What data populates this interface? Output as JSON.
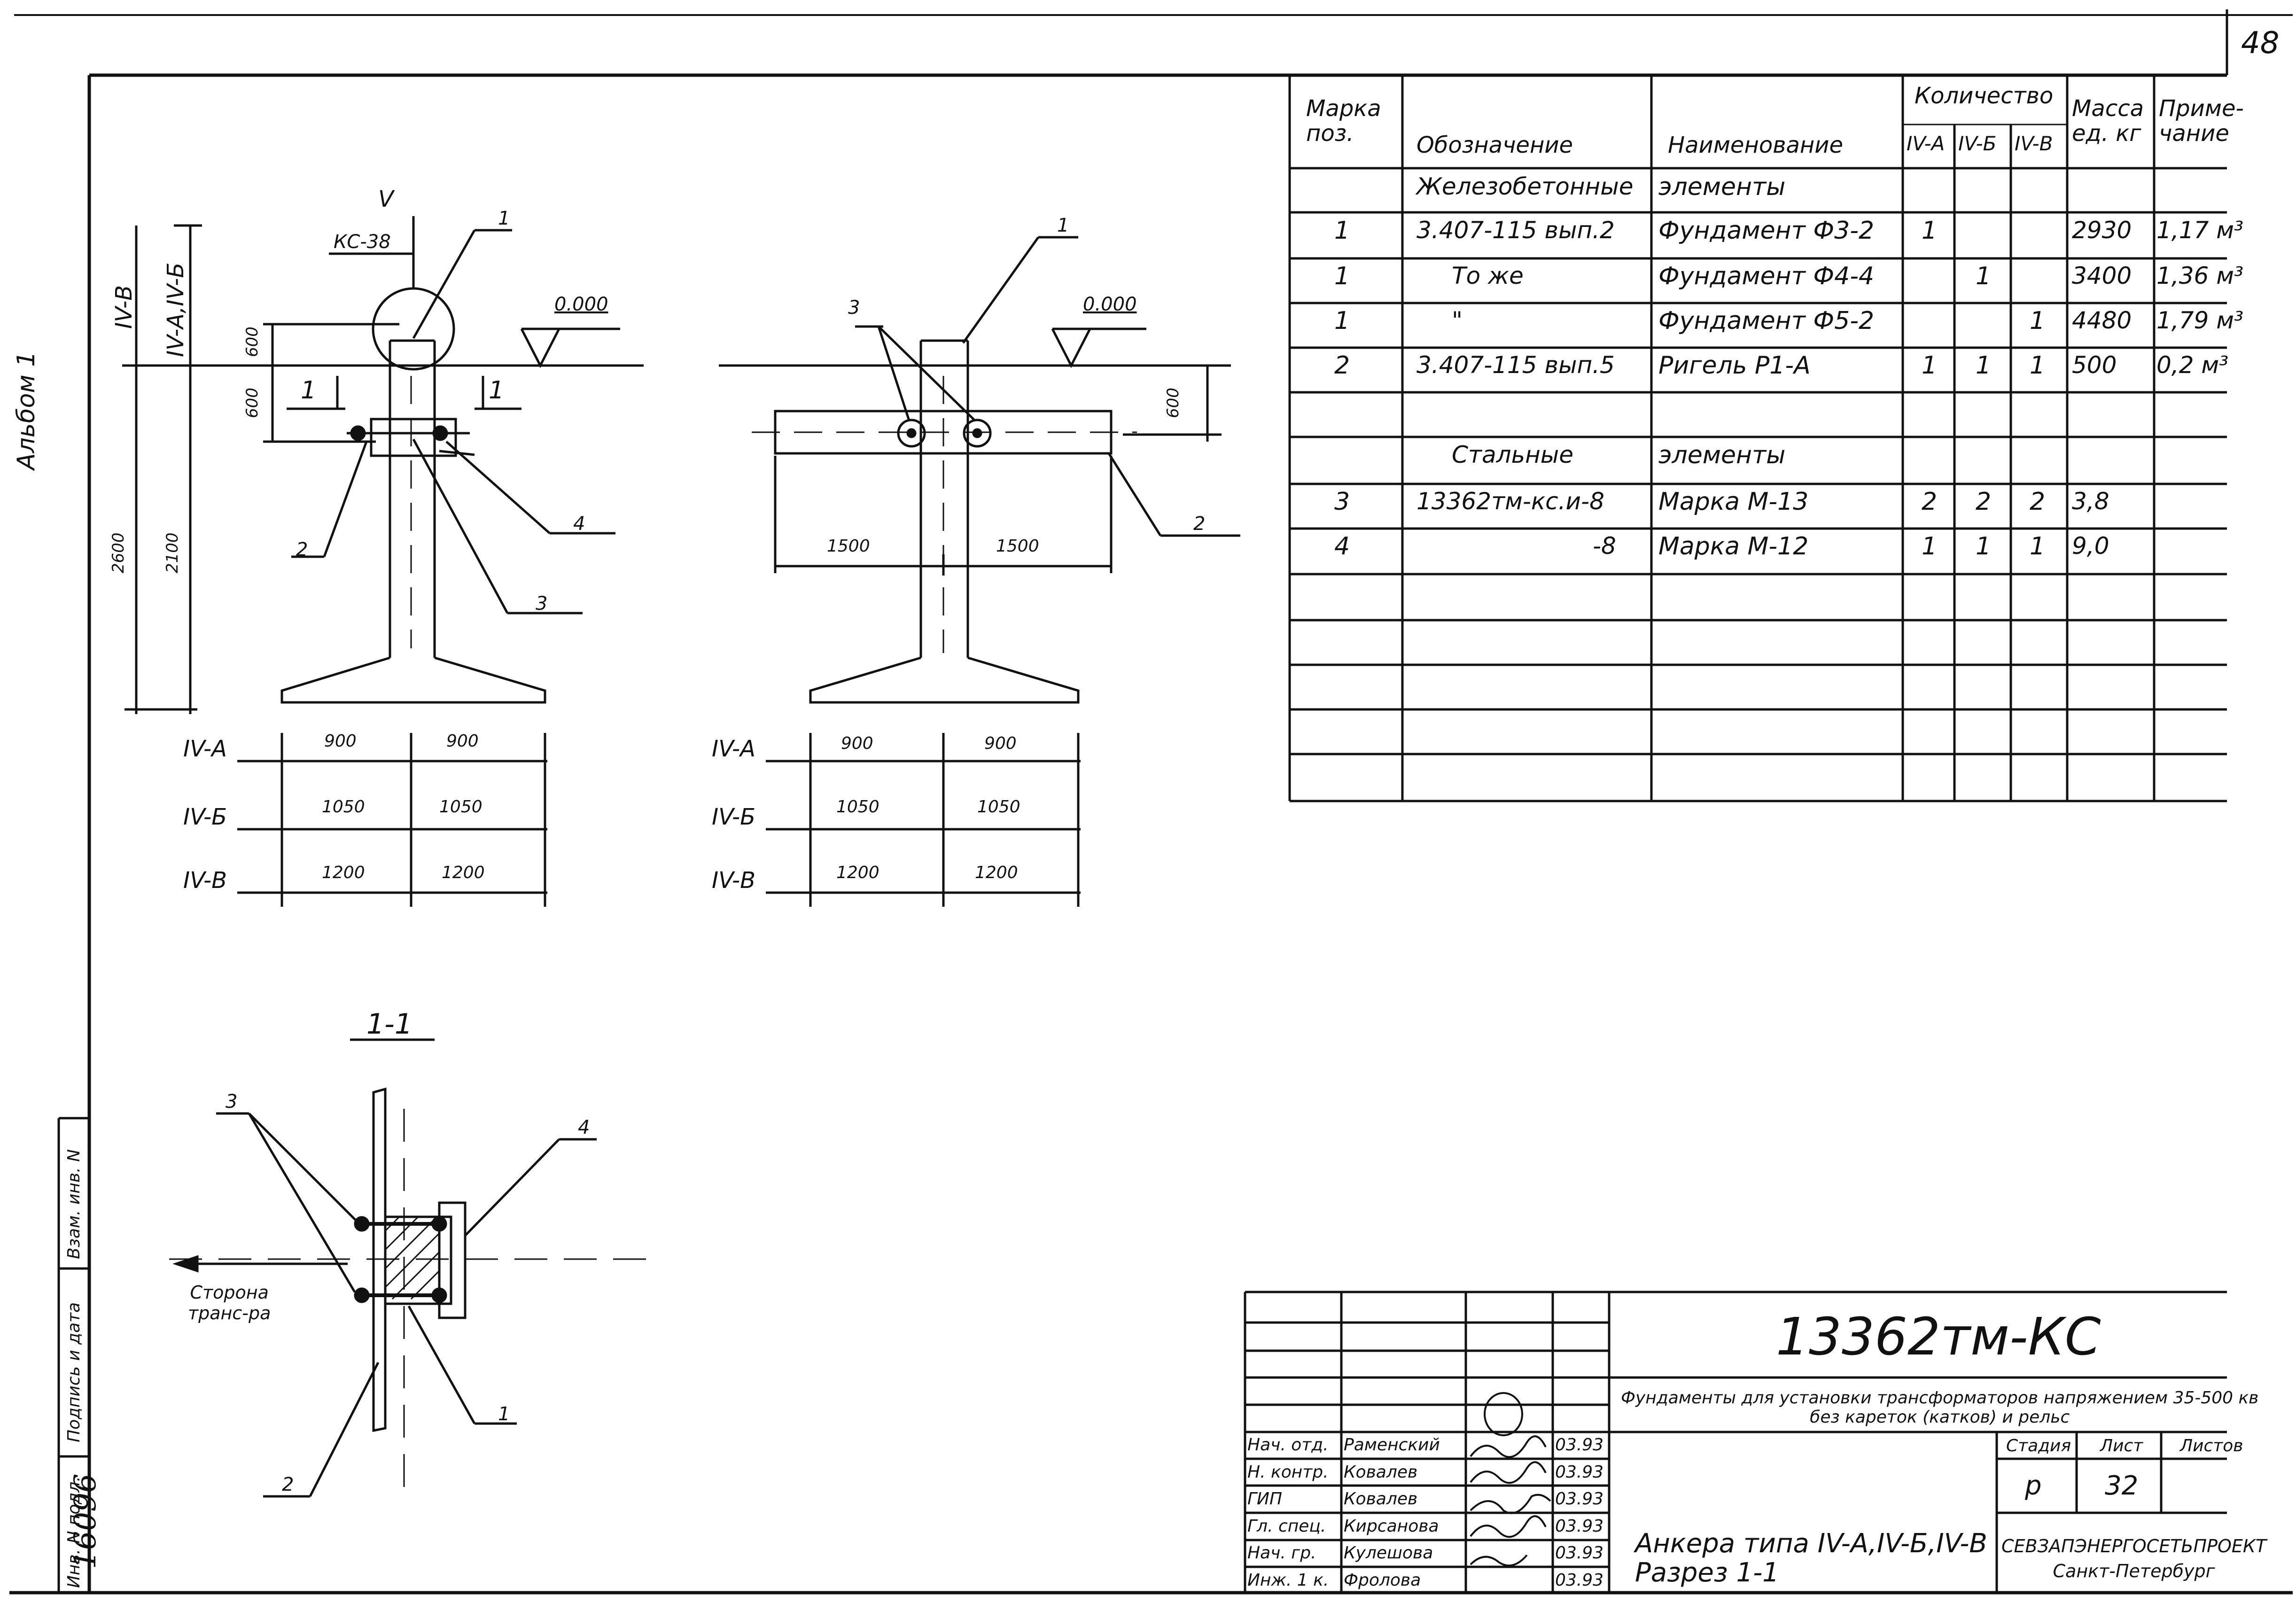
{
  "sheet": {
    "page_no": "48",
    "album": "Альбом 1",
    "side_labels": {
      "inv_no": "Инв. N подл.",
      "inv_value": "16096",
      "sign_date": "Подпись и дата",
      "replace_inv": "Взам. инв. N"
    }
  },
  "views": {
    "left": {
      "level_top": "IV-В",
      "level_mid": "IV-А,IV-Б",
      "v_label": "V",
      "v_sub": "КС-38",
      "elev": "0.000",
      "sec_1a": "1",
      "sec_1b": "1",
      "pos": [
        "1",
        "2",
        "3",
        "4"
      ],
      "dims_v": [
        "600",
        "600",
        "2600",
        "2100"
      ],
      "rows": [
        {
          "type": "IV-А",
          "a": "900",
          "b": "900"
        },
        {
          "type": "IV-Б",
          "a": "1050",
          "b": "1050"
        },
        {
          "type": "IV-В",
          "a": "1200",
          "b": "1200"
        }
      ]
    },
    "right": {
      "elev": "0.000",
      "pos": [
        "1",
        "2",
        "3"
      ],
      "dim_v": "600",
      "dim_a": "1500",
      "dim_b": "1500",
      "rows": [
        {
          "type": "IV-А",
          "a": "900",
          "b": "900"
        },
        {
          "type": "IV-Б",
          "a": "1050",
          "b": "1050"
        },
        {
          "type": "IV-В",
          "a": "1200",
          "b": "1200"
        }
      ]
    },
    "section": {
      "title": "1-1",
      "pos": [
        "1",
        "2",
        "3",
        "4"
      ],
      "direction": "Сторона\nтранс-ра"
    }
  },
  "spec_table": {
    "headers": {
      "mark": "Марка\nпоз.",
      "designation": "Обозначение",
      "name": "Наименование",
      "qty": "Количество",
      "qty_cols": [
        "IV-А",
        "IV-Б",
        "IV-В"
      ],
      "mass": "Масса\nед. кг",
      "note": "Приме-\nчание"
    },
    "rows": [
      {
        "mark": "",
        "designation": "Железобетонные",
        "name": "элементы",
        "qa": "",
        "qb": "",
        "qc": "",
        "mass": "",
        "note": ""
      },
      {
        "mark": "1",
        "designation": "3.407-115 вып.2",
        "name": "Фундамент Ф3-2",
        "qa": "1",
        "qb": "",
        "qc": "",
        "mass": "2930",
        "note": "1,17 м³"
      },
      {
        "mark": "1",
        "designation": "То же",
        "name": "Фундамент Ф4-4",
        "qa": "",
        "qb": "1",
        "qc": "",
        "mass": "3400",
        "note": "1,36 м³"
      },
      {
        "mark": "1",
        "designation": "\"",
        "name": "Фундамент Ф5-2",
        "qa": "",
        "qb": "",
        "qc": "1",
        "mass": "4480",
        "note": "1,79 м³"
      },
      {
        "mark": "2",
        "designation": "3.407-115 вып.5",
        "name": "Ригель Р1-А",
        "qa": "1",
        "qb": "1",
        "qc": "1",
        "mass": "500",
        "note": "0,2 м³"
      },
      {
        "mark": "",
        "designation": "",
        "name": "",
        "qa": "",
        "qb": "",
        "qc": "",
        "mass": "",
        "note": ""
      },
      {
        "mark": "",
        "designation": "Стальные",
        "name": "элементы",
        "qa": "",
        "qb": "",
        "qc": "",
        "mass": "",
        "note": ""
      },
      {
        "mark": "3",
        "designation": "13362тм-кс.и-8",
        "name": "Марка М-13",
        "qa": "2",
        "qb": "2",
        "qc": "2",
        "mass": "3,8",
        "note": ""
      },
      {
        "mark": "4",
        "designation": "-8",
        "name": "Марка М-12",
        "qa": "1",
        "qb": "1",
        "qc": "1",
        "mass": "9,0",
        "note": ""
      },
      {
        "mark": "",
        "designation": "",
        "name": "",
        "qa": "",
        "qb": "",
        "qc": "",
        "mass": "",
        "note": ""
      },
      {
        "mark": "",
        "designation": "",
        "name": "",
        "qa": "",
        "qb": "",
        "qc": "",
        "mass": "",
        "note": ""
      },
      {
        "mark": "",
        "designation": "",
        "name": "",
        "qa": "",
        "qb": "",
        "qc": "",
        "mass": "",
        "note": ""
      },
      {
        "mark": "",
        "designation": "",
        "name": "",
        "qa": "",
        "qb": "",
        "qc": "",
        "mass": "",
        "note": ""
      },
      {
        "mark": "",
        "designation": "",
        "name": "",
        "qa": "",
        "qb": "",
        "qc": "",
        "mass": "",
        "note": ""
      }
    ]
  },
  "title_block": {
    "code": "13362тм-КС",
    "project": "Фундаменты для установки трансформаторов напряжением 35-500 кв\nбез кареток (катков) и рельс",
    "drawing_title": "Анкера типа IV-А,IV-Б,IV-В\nРазрез 1-1",
    "stage_label": "Стадия",
    "sheet_label": "Лист",
    "sheets_label": "Листов",
    "stage": "р",
    "sheet": "32",
    "sheets": "",
    "org": "СЕВЗАПЭНЕРГОСЕТЬПРОЕКТ\nСанкт-Петербург",
    "signers": [
      {
        "role": "Нач. отд.",
        "name": "Раменский",
        "date": "03.93"
      },
      {
        "role": "Н. контр.",
        "name": "Ковалев",
        "date": "03.93"
      },
      {
        "role": "ГИП",
        "name": "Ковалев",
        "date": "03.93"
      },
      {
        "role": "Гл. спец.",
        "name": "Кирсанова",
        "date": "03.93"
      },
      {
        "role": "Нач. гр.",
        "name": "Кулешова",
        "date": "03.93"
      },
      {
        "role": "Инж. 1 к.",
        "name": "Фролова",
        "date": "03.93"
      }
    ]
  }
}
